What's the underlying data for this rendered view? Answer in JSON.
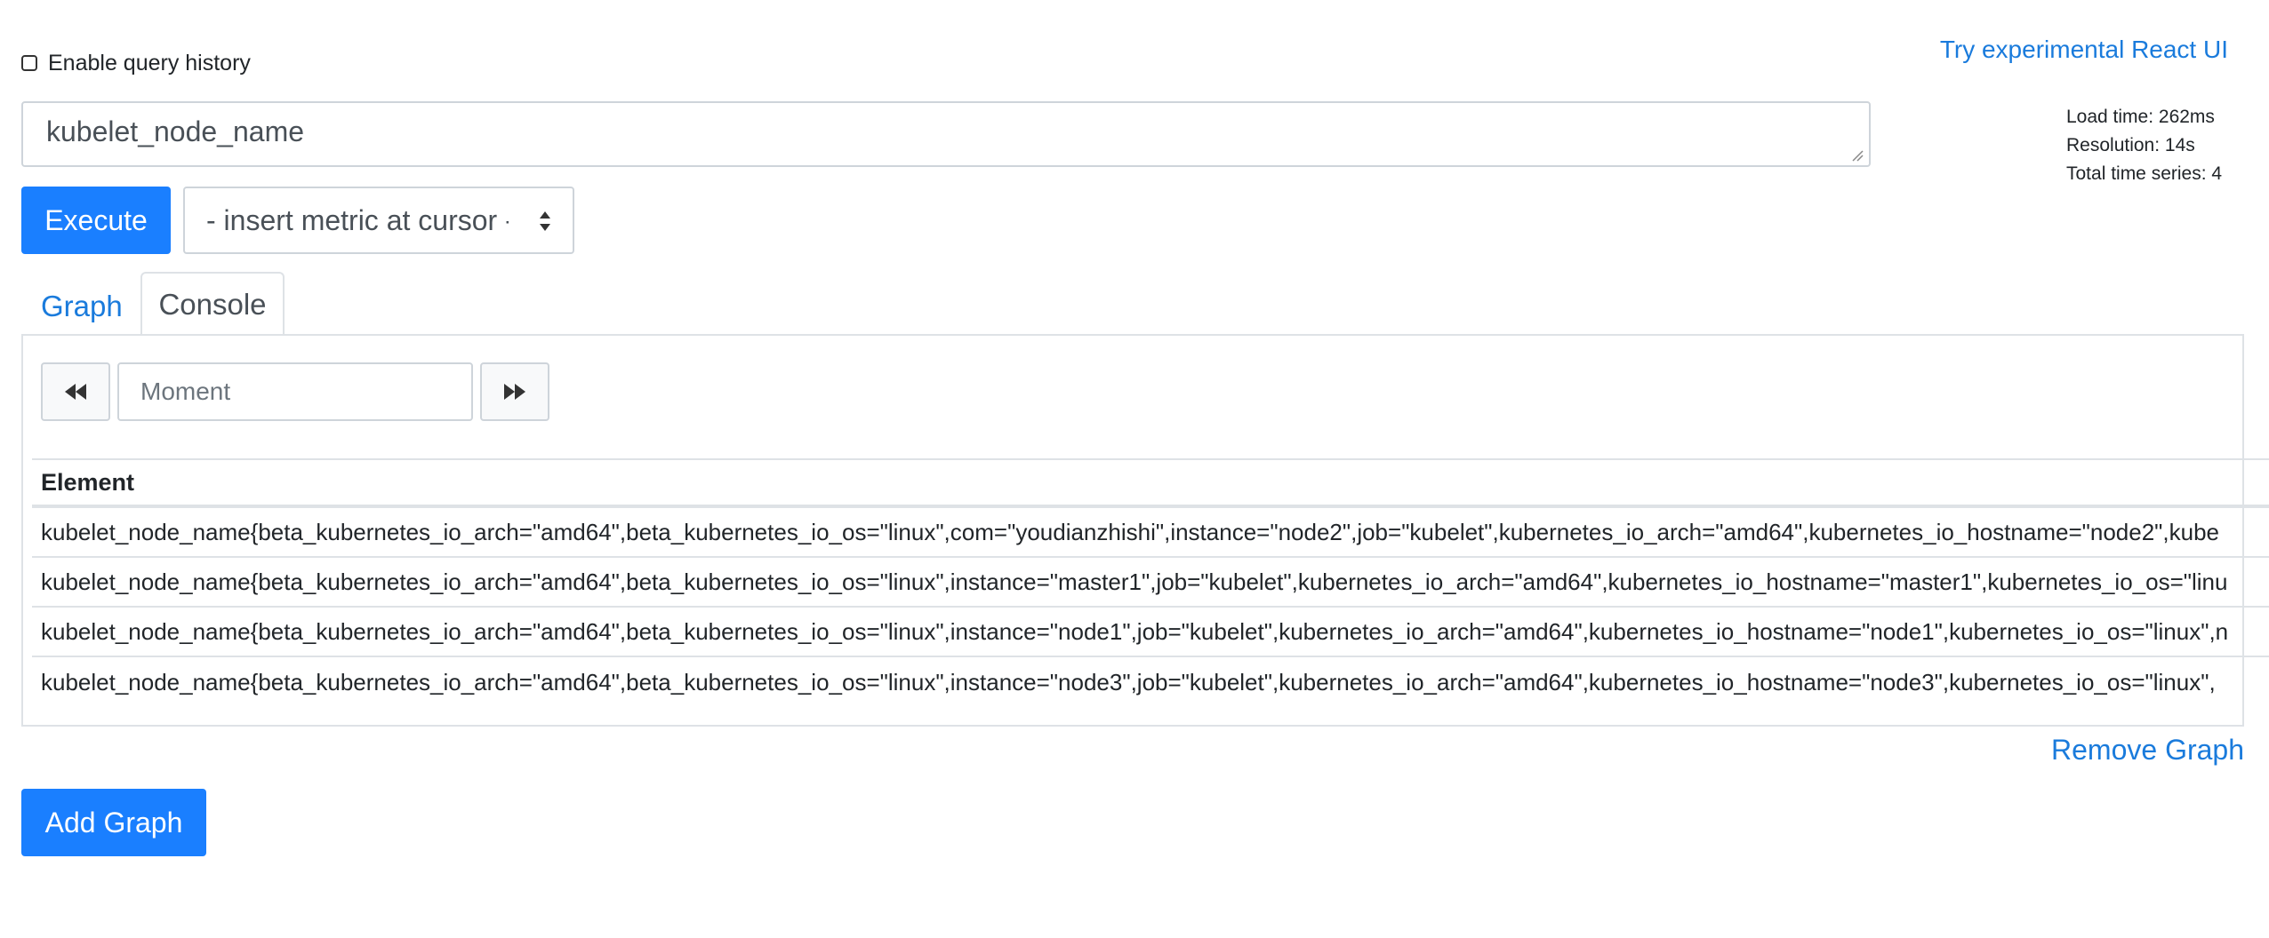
{
  "header": {
    "history_label": "Enable query history",
    "history_enabled": false,
    "react_link": "Try experimental React UI"
  },
  "stats": {
    "load_time": "Load time: 262ms",
    "resolution": "Resolution: 14s",
    "total_series": "Total time series: 4"
  },
  "query": {
    "value": "kubelet_node_name"
  },
  "controls": {
    "execute_label": "Execute",
    "metric_select": "- insert metric at cursor -"
  },
  "tabs": [
    {
      "label": "Graph",
      "active": false
    },
    {
      "label": "Console",
      "active": true
    }
  ],
  "console": {
    "moment_placeholder": "Moment",
    "column_header": "Element",
    "rows": [
      "kubelet_node_name{beta_kubernetes_io_arch=\"amd64\",beta_kubernetes_io_os=\"linux\",com=\"youdianzhishi\",instance=\"node2\",job=\"kubelet\",kubernetes_io_arch=\"amd64\",kubernetes_io_hostname=\"node2\",kube",
      "kubelet_node_name{beta_kubernetes_io_arch=\"amd64\",beta_kubernetes_io_os=\"linux\",instance=\"master1\",job=\"kubelet\",kubernetes_io_arch=\"amd64\",kubernetes_io_hostname=\"master1\",kubernetes_io_os=\"linu",
      "kubelet_node_name{beta_kubernetes_io_arch=\"amd64\",beta_kubernetes_io_os=\"linux\",instance=\"node1\",job=\"kubelet\",kubernetes_io_arch=\"amd64\",kubernetes_io_hostname=\"node1\",kubernetes_io_os=\"linux\",n",
      "kubelet_node_name{beta_kubernetes_io_arch=\"amd64\",beta_kubernetes_io_os=\"linux\",instance=\"node3\",job=\"kubelet\",kubernetes_io_arch=\"amd64\",kubernetes_io_hostname=\"node3\",kubernetes_io_os=\"linux\","
    ]
  },
  "footer": {
    "remove_graph": "Remove Graph",
    "add_graph": "Add Graph"
  },
  "icons": {
    "back": "fast-backward-icon",
    "forward": "fast-forward-icon",
    "select_arrows": "sort-arrows-icon"
  },
  "colors": {
    "primary": "#1a7fff",
    "link": "#1a7bdc",
    "border": "#dee2e6"
  }
}
